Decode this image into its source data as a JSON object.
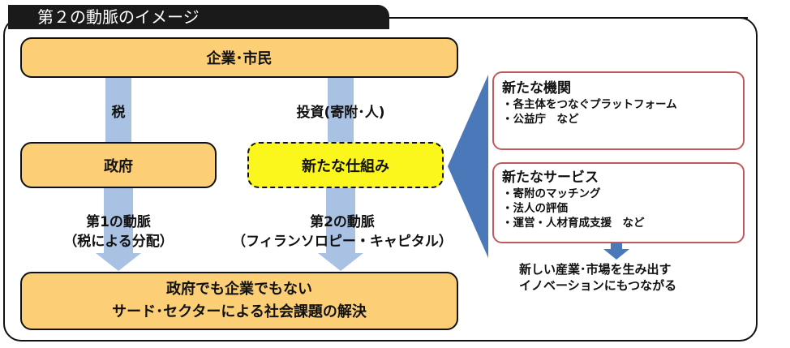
{
  "title": "第２の動脈のイメージ",
  "top_box": "企業･市民",
  "arrow_labels": {
    "tax": "税",
    "investment": "投資(寄附･人)"
  },
  "government_box": "政府",
  "new_mechanism_box": "新たな仕組み",
  "artery1": {
    "line1": "第1の動脈",
    "line2": "（税による分配）"
  },
  "artery2": {
    "line1": "第2の動脈",
    "line2": "（フィランソロピー・キャピタル）"
  },
  "bottom_box": {
    "line1": "政府でも企業でもない",
    "line2": "サード･セクターによる社会課題の解決"
  },
  "institutions": {
    "heading": "新たな機関",
    "items": [
      "・各主体をつなぐプラットフォーム",
      "・公益庁　など"
    ]
  },
  "services": {
    "heading": "新たなサービス",
    "items": [
      "・寄附のマッチング",
      "・法人の評価",
      "・運営・人材育成支援　など"
    ]
  },
  "outcome": {
    "line1": "新しい産業･市場を生み出す",
    "line2": "イノベーションにもつながる"
  },
  "colors": {
    "orange_fill": "#fccf77",
    "yellow_fill": "#fbf61b",
    "arrow_light": "#a9c1e3",
    "arrow_dark": "#4a78b8",
    "red_border": "#c0595f"
  }
}
